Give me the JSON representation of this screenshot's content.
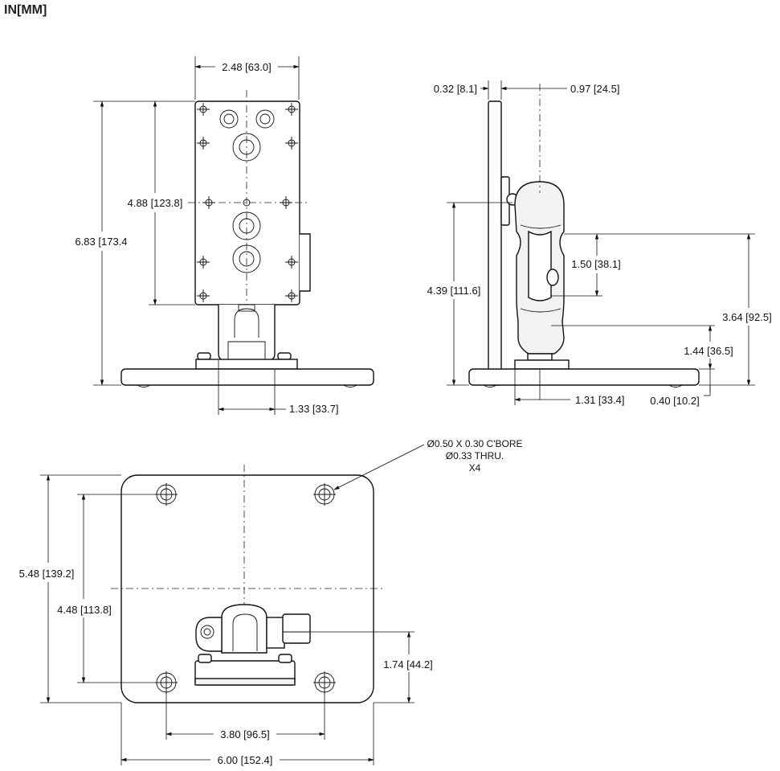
{
  "units_label": "IN[MM]",
  "dimensions": {
    "top_width": "2.48 [63.0]",
    "overall_height": "6.83 [173.4",
    "plate_height": "4.88 [123.8]",
    "stem_offset": "1.33 [33.7]",
    "plate_thickness": "0.32 [8.1]",
    "plate_to_ball": "0.97 [24.5]",
    "side_height": "4.39 [111.6]",
    "arm_length": "1.50 [38.1]",
    "side_to_ball": "3.64 [92.5]",
    "base_to_ball": "1.44 [36.5]",
    "side_base_offset": "1.31 [33.4]",
    "base_thickness": "0.40 [10.2]",
    "base_depth": "5.48 [139.2]",
    "hole_spacing_y": "4.48 [113.8]",
    "mount_offset": "1.74 [44.2]",
    "hole_spacing_x": "3.80 [96.5]",
    "base_width": "6.00 [152.4]"
  },
  "hole_note": {
    "line1": "Ø0.50 X 0.30 C'BORE",
    "line2": "Ø0.33 THRU.",
    "line3": "X4"
  }
}
